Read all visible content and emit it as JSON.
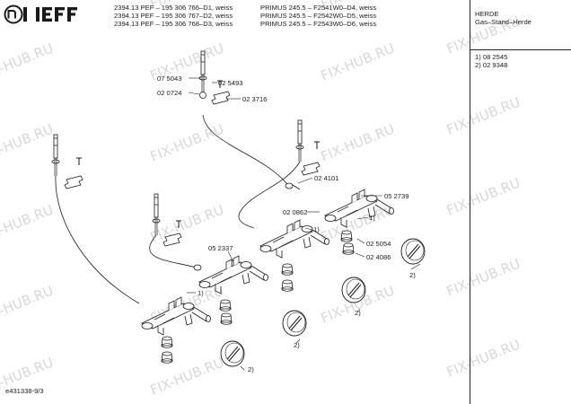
{
  "header": {
    "lines": [
      {
        "part": "2394.13 PEF – 195 306 766–D1, weiss",
        "model": "PRIMUS 245.5 – F2541W0–D4, weiss"
      },
      {
        "part": "2394.13 PEF – 195 306 767–D2, weiss",
        "model": "PRIMUS 245.5 – F2542W0–D5, weiss"
      },
      {
        "part": "2394.13 PEF – 195 306 768–D3, weiss",
        "model": "PRIMUS 245.5 – F2543W0–D6, weiss"
      }
    ],
    "category": "HERDE",
    "subcategory": "Gas–Stand–Herde"
  },
  "logo": {
    "text": "NEFF"
  },
  "notes": [
    "1) 08 2545",
    "2) 02 9348"
  ],
  "watermark": "FIX-HUB.RU",
  "footer_code": "e431338-9/3",
  "callouts": {
    "c1": "07 5043",
    "c2": "02 5493",
    "c3": "02 0724",
    "c4": "02 3716",
    "c5": "02 4101",
    "c6": "05 2739",
    "c7": "02 0862",
    "c8": "05 2337",
    "c9": "02 5054",
    "c10": "02 4086",
    "n1a": "1)",
    "n1b": "1)",
    "n1c": "1)",
    "n2a": "2)",
    "n2b": "2)",
    "n2c": "2)",
    "n2d": "2)"
  },
  "colors": {
    "ink": "#1a1a1a",
    "watermark": "#b8b8b8",
    "background": "#ffffff"
  }
}
